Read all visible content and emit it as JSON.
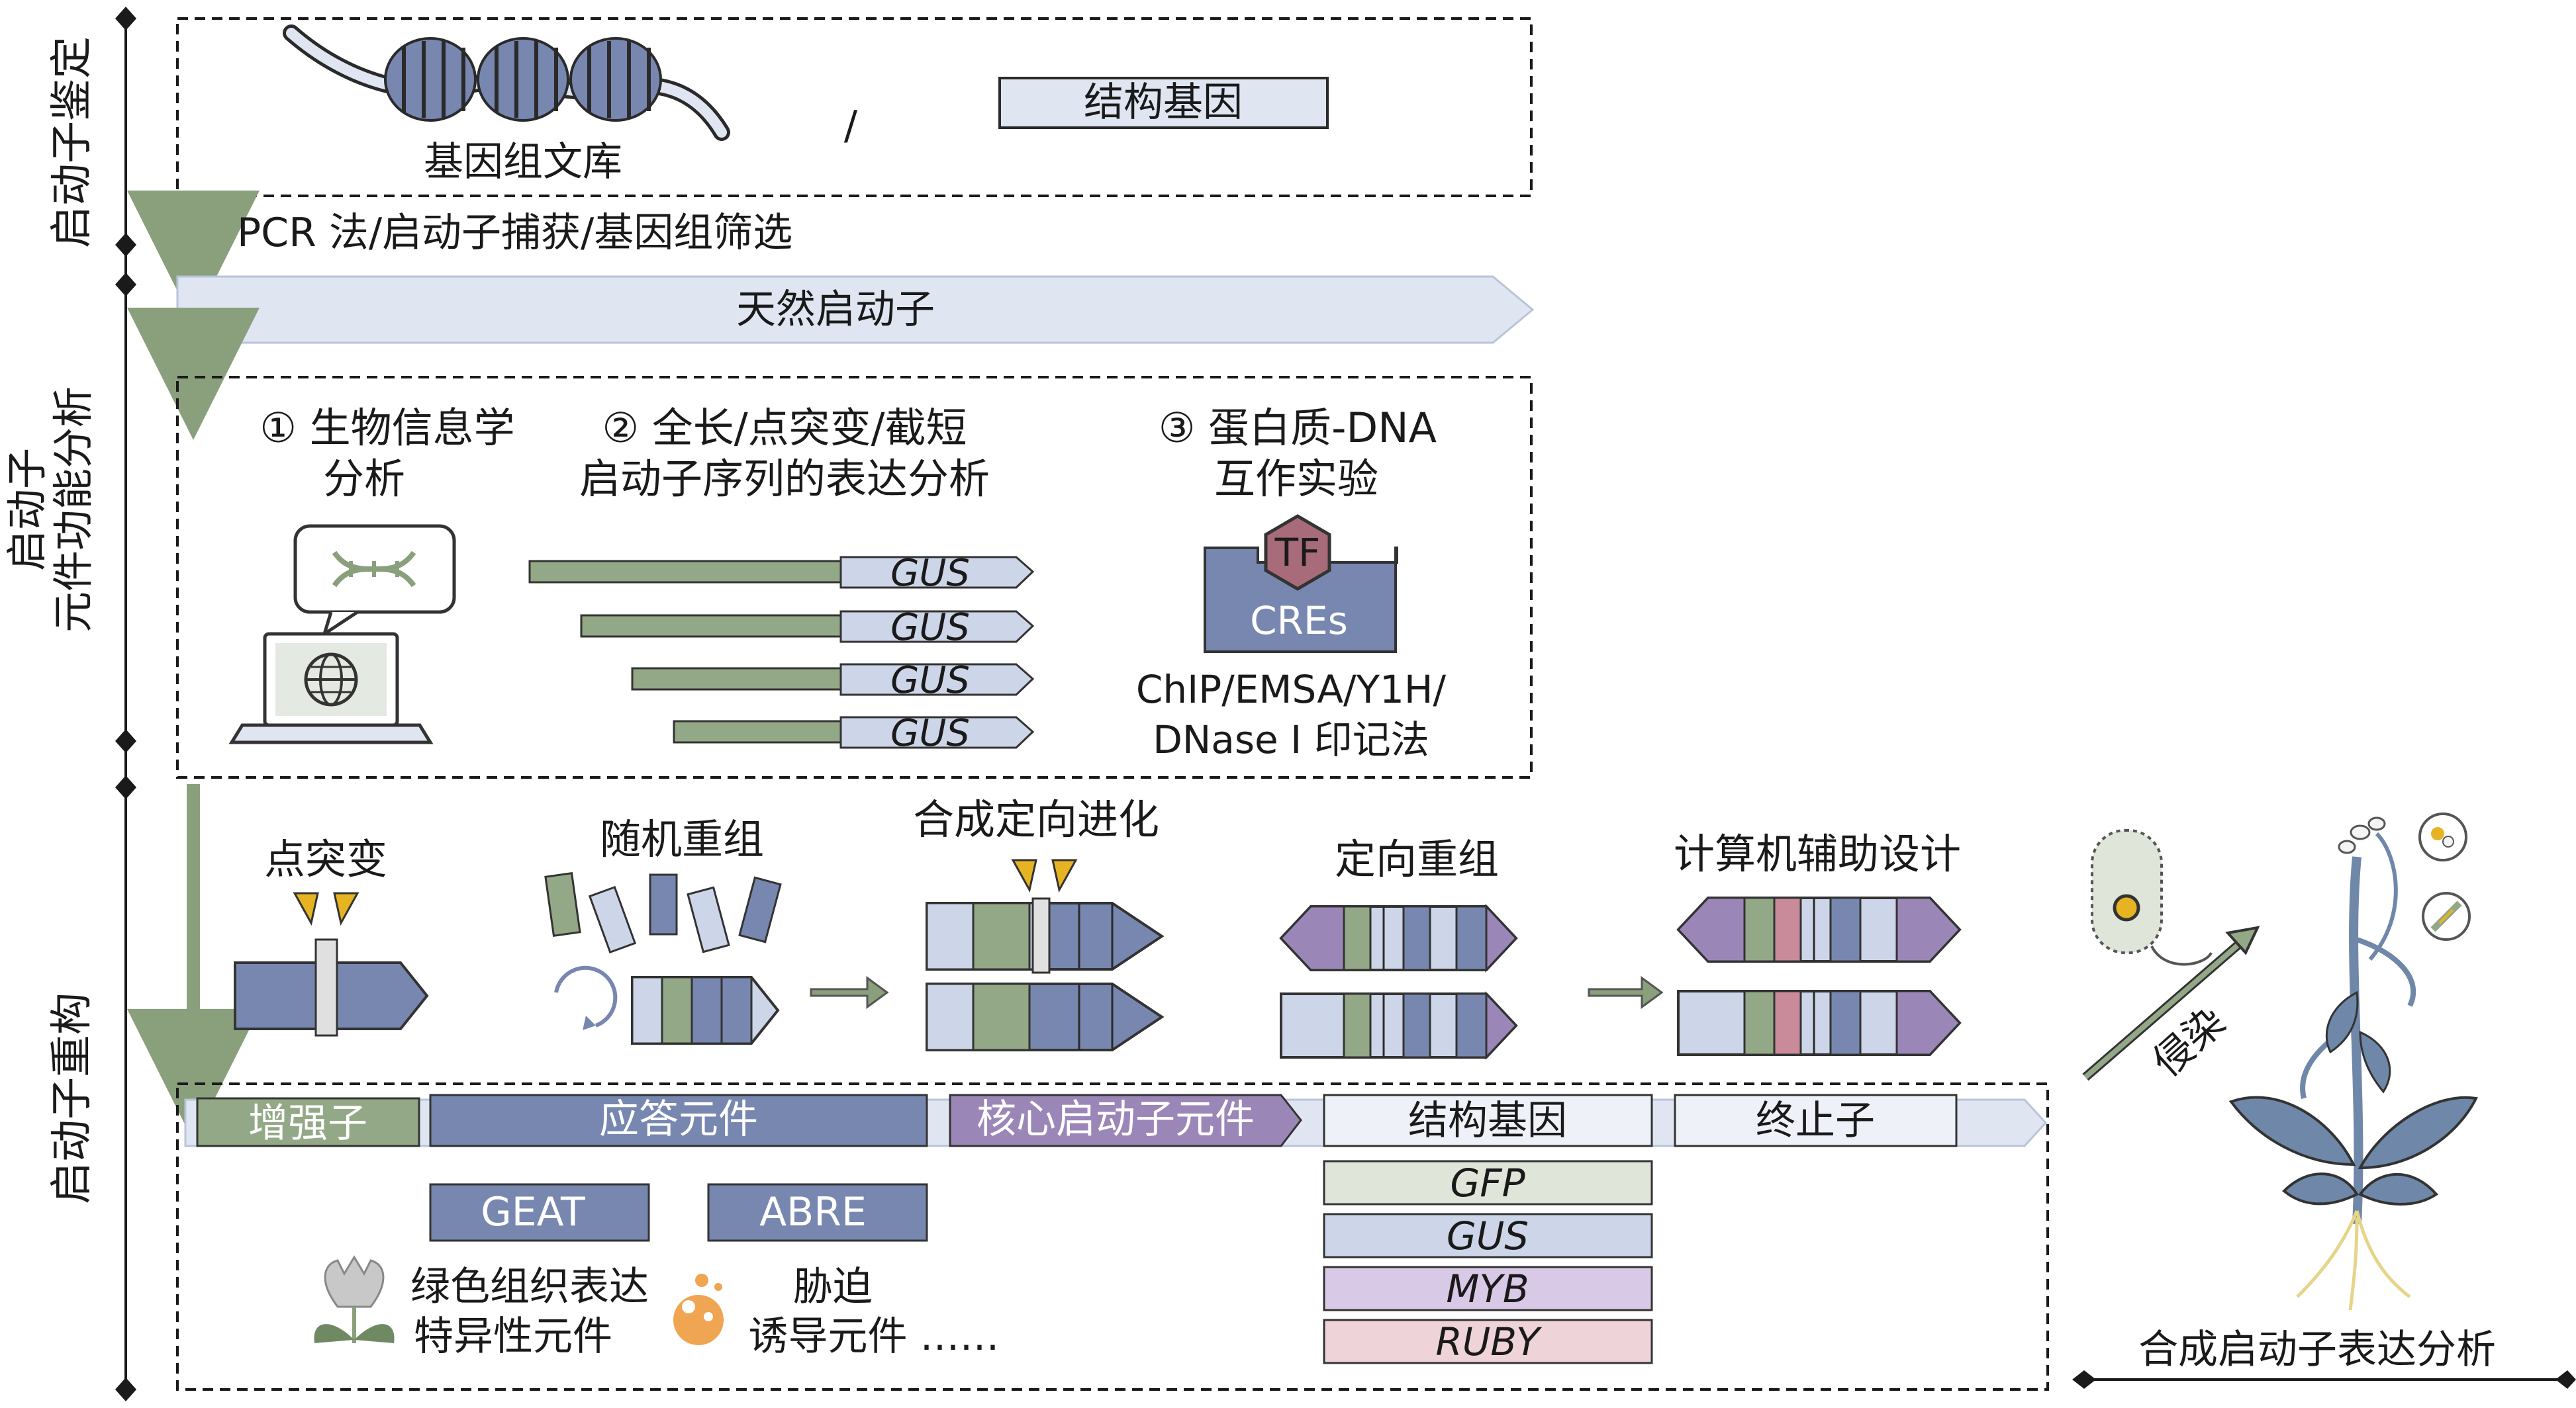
{
  "colors": {
    "green": "#93a886",
    "blue": "#7787b0",
    "lightblue": "#cdd6e8",
    "palepanel": "#dfe6f2",
    "purple": "#9b86b8",
    "pink": "#c98a9a",
    "tf": "#a86b7a",
    "gfp_bg": "#dfe5d8",
    "myb_bg": "#d8c9e6",
    "ruby_bg": "#eed3d8",
    "plant": "#6f87a8",
    "arrow_green": "#8aa07d"
  },
  "sections": {
    "identification": "启动子鉴定",
    "element_analysis_line1": "启动子",
    "element_analysis_line2": "元件功能分析",
    "reconstruction": "启动子重构"
  },
  "top": {
    "library_label": "基因组文库",
    "slash": "/",
    "structural_gene": "结构基因",
    "methods": "PCR 法/启动子捕获/基因组筛选",
    "natural_promoter": "天然启动子"
  },
  "analysis": {
    "bio_line1": "① 生物信息学",
    "bio_line2": "分析",
    "expr_line1": "② 全长/点突变/截短",
    "expr_line2": "启动子序列的表达分析",
    "pd_line1": "③ 蛋白质-DNA",
    "pd_line2": "互作实验",
    "gus": [
      "GUS",
      "GUS",
      "GUS",
      "GUS"
    ],
    "tf": "TF",
    "cres": "CREs",
    "assay_line1": "ChIP/EMSA/Y1H/",
    "assay_line2": "DNase I 印记法"
  },
  "reconstruction": {
    "point_mutation": "点突变",
    "random_recomb": "随机重组",
    "directed_evolution": "合成定向进化",
    "directed_recomb": "定向重组",
    "computer_design": "计算机辅助设计",
    "enhancer": "增强子",
    "response_element": "应答元件",
    "core_promoter": "核心启动子元件",
    "structural_gene": "结构基因",
    "terminator": "终止子",
    "geat": "GEAT",
    "abre": "ABRE",
    "green_tissue_line1": "绿色组织表达",
    "green_tissue_line2": "特异性元件",
    "stress_line1": "胁迫",
    "stress_line2": "诱导元件 ……",
    "reporters": [
      "GFP",
      "GUS",
      "MYB",
      "RUBY"
    ],
    "infection": "侵染",
    "expression_analysis": "合成启动子表达分析"
  }
}
